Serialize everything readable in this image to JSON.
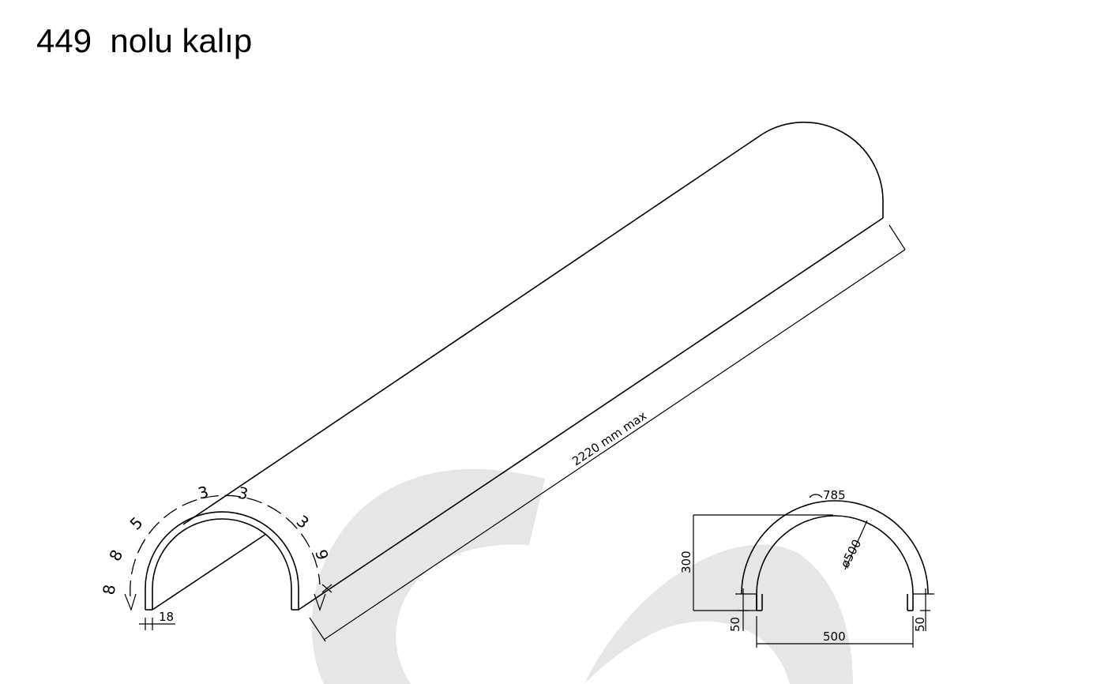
{
  "title": "449  nolu kalıp",
  "watermark_color": "#e6e6e6",
  "isometric": {
    "length_label": "2220 mm max",
    "thickness_label": "18",
    "arc_length_handwritten": [
      "8",
      "8",
      "5",
      "3",
      "3",
      "3",
      "9"
    ]
  },
  "section": {
    "arc_label": "785",
    "height_label": "300",
    "diameter_label": "ø500",
    "width_label": "500",
    "leg_left_label": "50",
    "leg_right_label": "50"
  }
}
